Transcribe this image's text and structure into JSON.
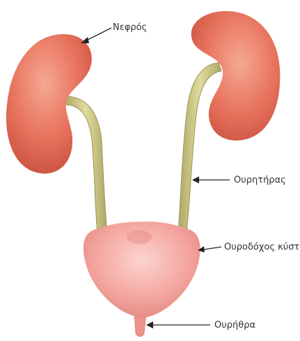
{
  "labels": {
    "kidney": "Νεφρός",
    "ureter": "Ουρητήρας",
    "bladder": "Ουροδόχος κύστη",
    "urethra": "Ουρήθρα"
  },
  "colors": {
    "kidney": "#e8745e",
    "kidney_shadow": "#c9503f",
    "kidney_highlight": "#f4a08c",
    "ureter": "#d8d290",
    "ureter_shadow": "#aea666",
    "bladder": "#f4a6a0",
    "bladder_highlight": "#fbd0cb",
    "bladder_shadow": "#e3857f"
  }
}
